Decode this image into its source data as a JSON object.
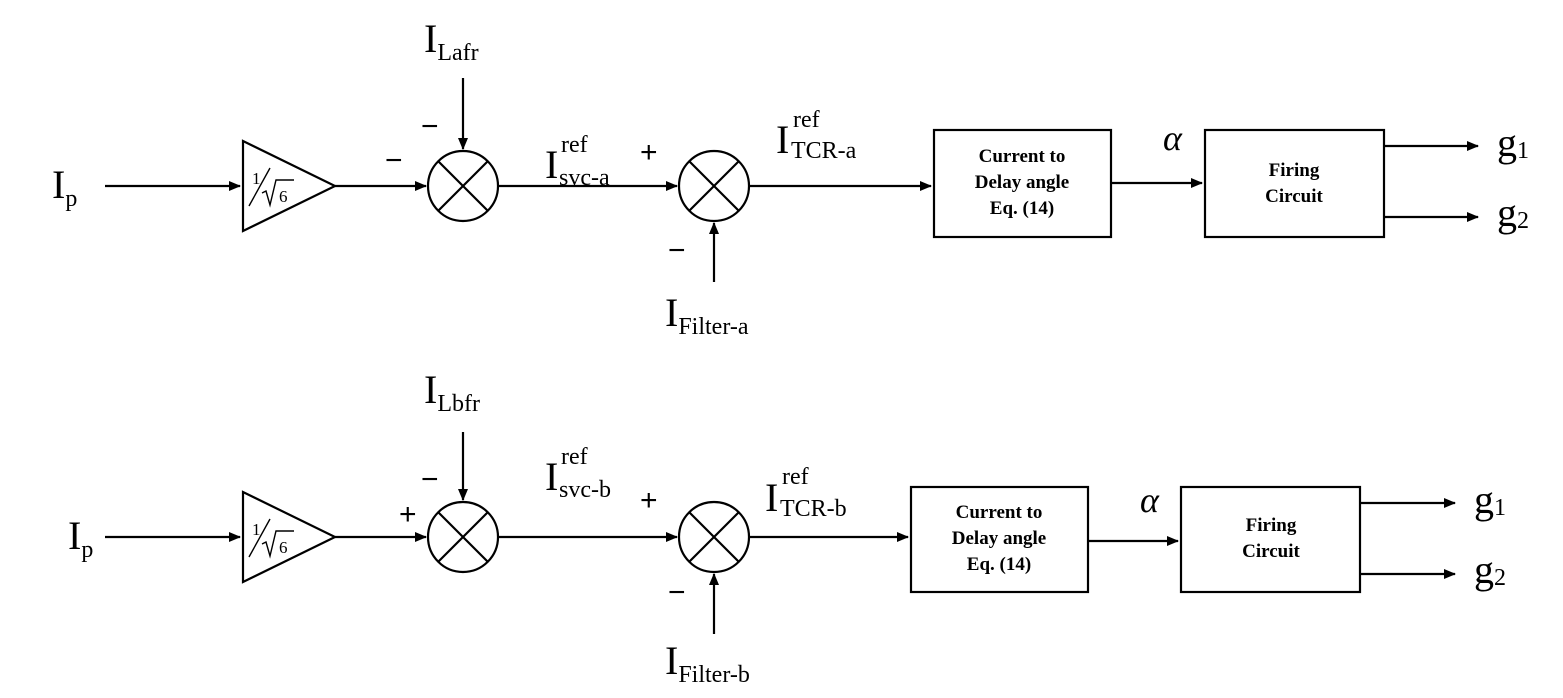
{
  "rows": [
    {
      "input": {
        "main": "I",
        "sub": "p"
      },
      "gain": {
        "num": "1",
        "den": "6"
      },
      "load": {
        "main": "I",
        "sub": "Lafr"
      },
      "sum1_signs": {
        "top": "−",
        "left": "−"
      },
      "svc_ref": {
        "main": "I",
        "sup": "ref",
        "sub": "svc-a"
      },
      "sum2_signs": {
        "left": "+",
        "bottom": "−"
      },
      "filter": {
        "main": "I",
        "sub": "Filter-a"
      },
      "tcr_ref": {
        "main": "I",
        "sup": "ref",
        "sub": "TCR-a"
      },
      "block1": [
        "Current to",
        "Delay angle",
        "Eq. (14)"
      ],
      "alpha": "α",
      "block2": [
        "Firing",
        "Circuit"
      ],
      "out1": {
        "main": "g",
        "sub": "1"
      },
      "out2": {
        "main": "g",
        "sub": "2"
      }
    },
    {
      "input": {
        "main": "I",
        "sub": "p"
      },
      "gain": {
        "num": "1",
        "den": "6"
      },
      "load": {
        "main": "I",
        "sub": "Lbfr"
      },
      "sum1_signs": {
        "top": "−",
        "left": "+"
      },
      "svc_ref": {
        "main": "I",
        "sup": "ref",
        "sub": "svc-b"
      },
      "sum2_signs": {
        "left": "+",
        "bottom": "−"
      },
      "filter": {
        "main": "I",
        "sub": "Filter-b"
      },
      "tcr_ref": {
        "main": "I",
        "sup": "ref",
        "sub": "TCR-b"
      },
      "block1": [
        "Current to",
        "Delay angle",
        "Eq. (14)"
      ],
      "alpha": "α",
      "block2": [
        "Firing",
        "Circuit"
      ],
      "out1": {
        "main": "g",
        "sub": "1"
      },
      "out2": {
        "main": "g",
        "sub": "2"
      }
    }
  ]
}
